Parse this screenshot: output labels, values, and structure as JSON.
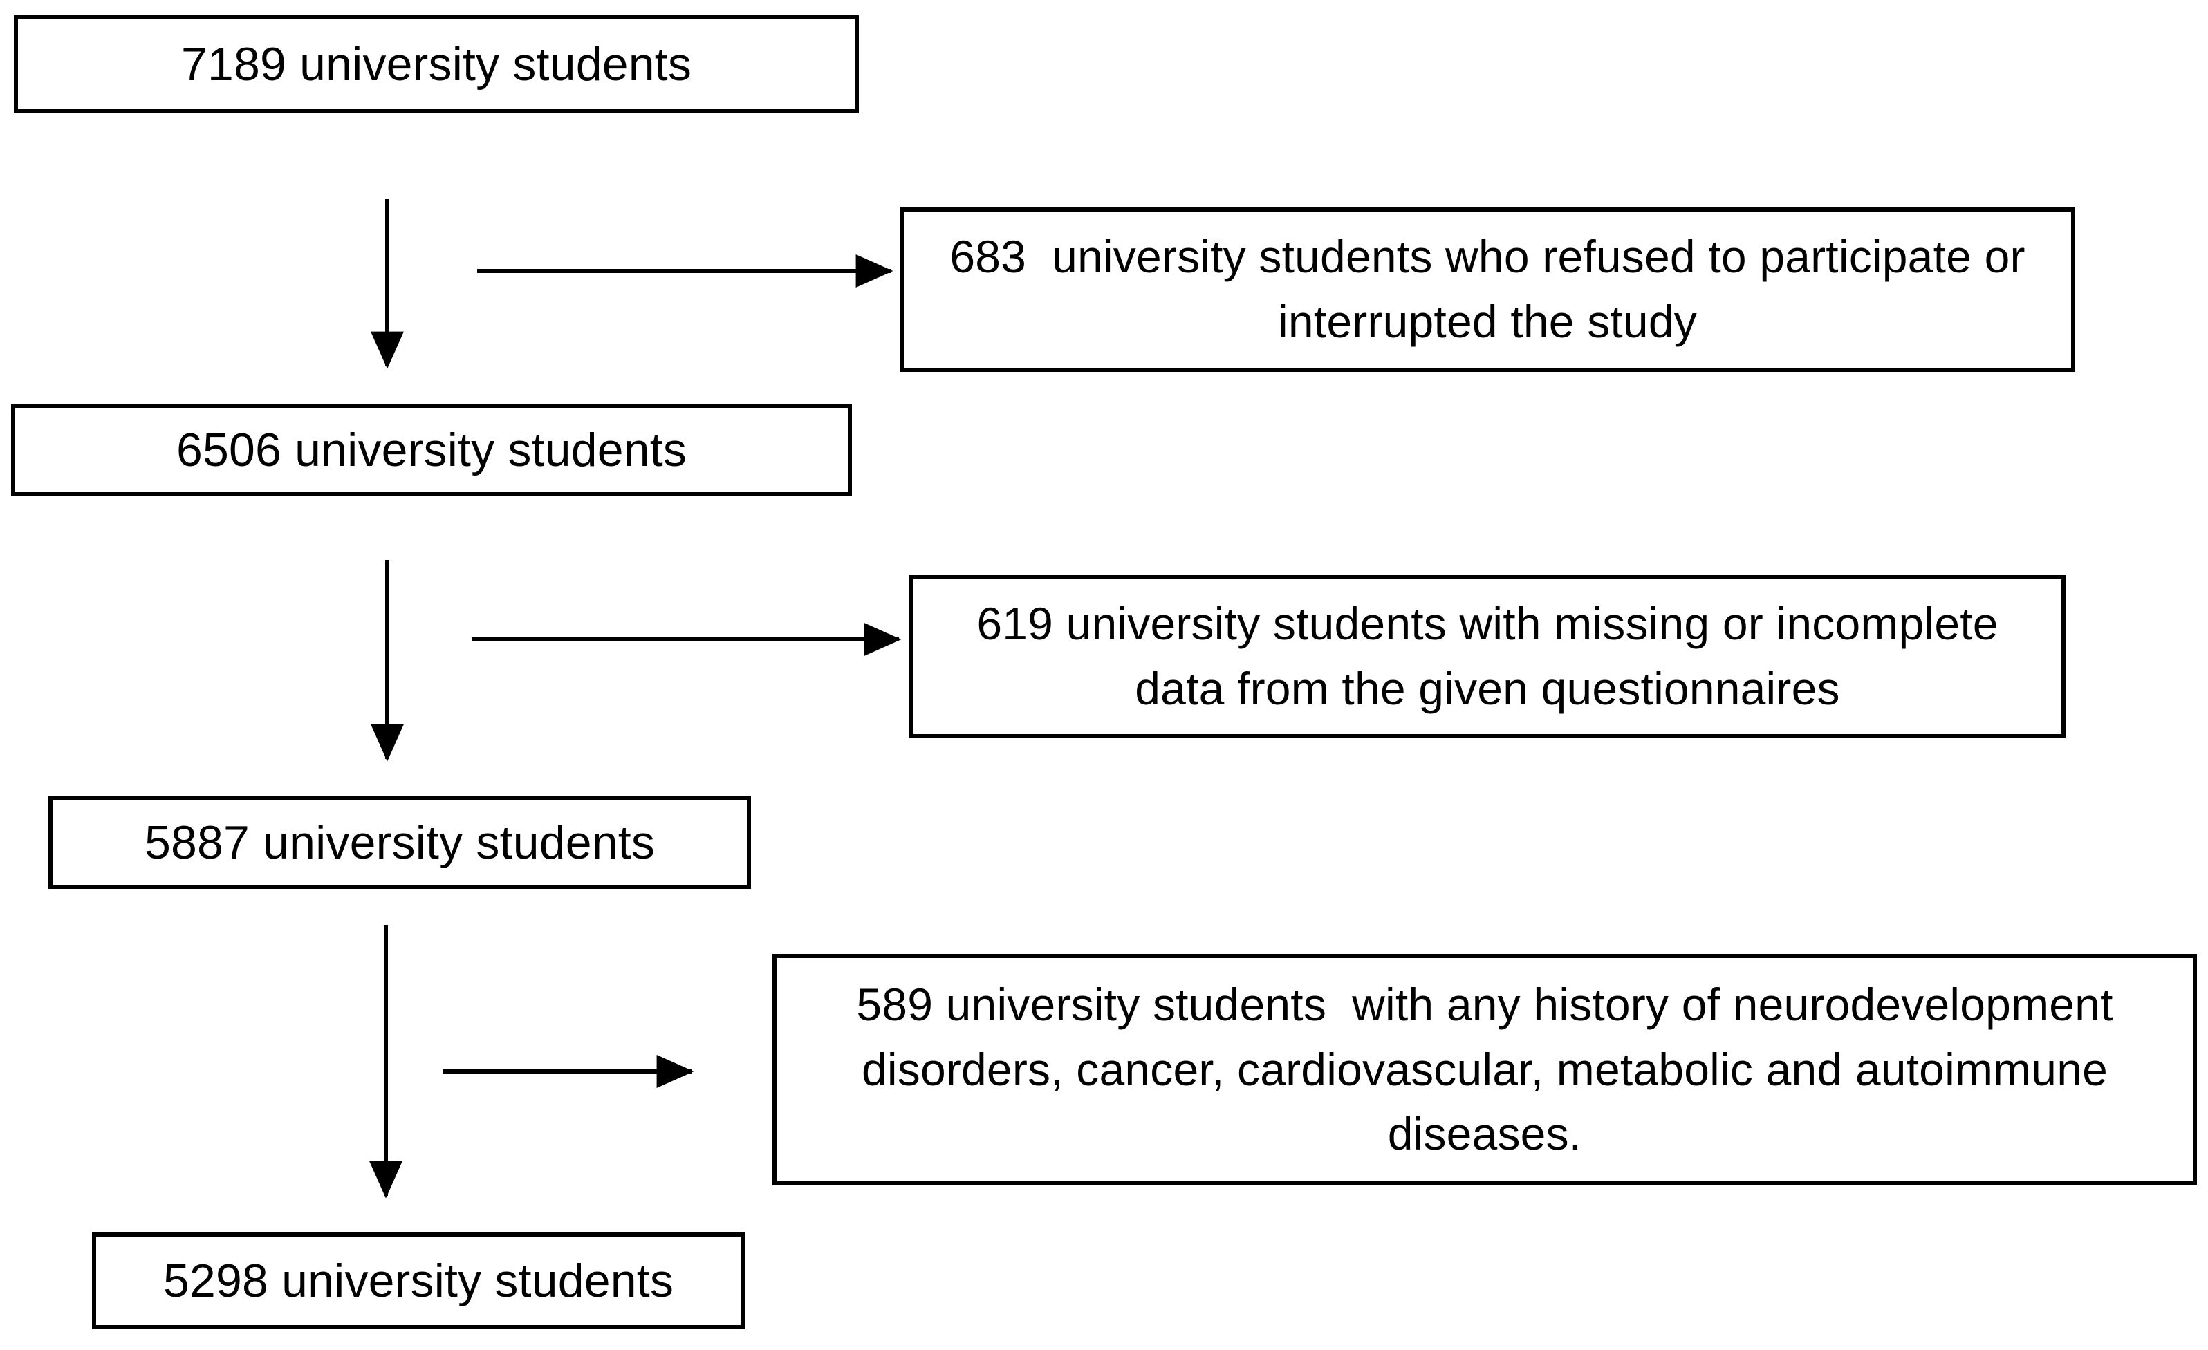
{
  "diagram": {
    "title": "Study participant flow diagram",
    "type": "flowchart",
    "orientation": "top-to-bottom with right-side exclusion branches",
    "colors": {
      "box_border": "#000000",
      "box_fill": "#ffffff",
      "connector": "#000000",
      "text": "#000000"
    }
  },
  "nodes": {
    "enrolled": {
      "id": "box-enrolled",
      "label": "7189 university students",
      "count": 7189,
      "role": "initial-population"
    },
    "excluded_1": {
      "id": "box-excluded-1",
      "label": "683  university students who refused to participate or interrupted the study",
      "count": 683,
      "role": "exclusion"
    },
    "remaining_1": {
      "id": "box-remaining-1",
      "label": "6506 university students",
      "count": 6506,
      "role": "remaining-population"
    },
    "excluded_2": {
      "id": "box-excluded-2",
      "label": "619 university students with missing or incomplete data from the given questionnaires",
      "count": 619,
      "role": "exclusion"
    },
    "remaining_2": {
      "id": "box-remaining-2",
      "label": "5887 university students",
      "count": 5887,
      "role": "remaining-population"
    },
    "excluded_3": {
      "id": "box-excluded-3",
      "label": "589 university students  with any history of neurodevelopment  disorders, cancer, cardiovascular, metabolic and autoimmune diseases.",
      "count": 589,
      "role": "exclusion"
    },
    "final": {
      "id": "box-final",
      "label": "5298 university students",
      "count": 5298,
      "role": "final-analytic-sample"
    }
  },
  "connectors": [
    {
      "name": "arrow-enrolled-to-remaining-1",
      "direction": "down",
      "from": "enrolled",
      "to": "remaining_1"
    },
    {
      "name": "arrow-enrolled-to-excluded-1",
      "direction": "right",
      "from": "enrolled",
      "to": "excluded_1"
    },
    {
      "name": "arrow-remaining-1-to-remaining-2",
      "direction": "down",
      "from": "remaining_1",
      "to": "remaining_2"
    },
    {
      "name": "arrow-remaining-1-to-excluded-2",
      "direction": "right",
      "from": "remaining_1",
      "to": "excluded_2"
    },
    {
      "name": "arrow-remaining-2-to-final",
      "direction": "down",
      "from": "remaining_2",
      "to": "final"
    },
    {
      "name": "arrow-remaining-2-to-excluded-3",
      "direction": "right",
      "from": "remaining_2",
      "to": "excluded_3"
    }
  ]
}
